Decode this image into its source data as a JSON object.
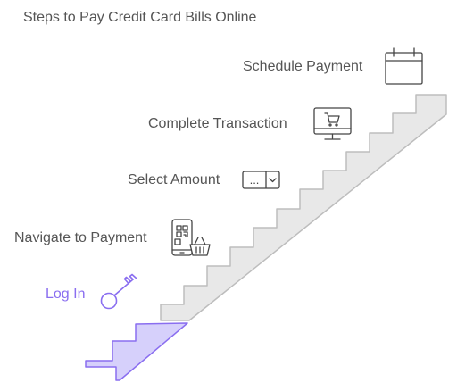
{
  "title": "Steps to Pay Credit Card Bills Online",
  "colors": {
    "text": "#555555",
    "accent": "#8a6ef0",
    "accent_fill": "#d6d0fb",
    "stair_fill": "#e8e8e8",
    "stair_stroke": "#bdbdbd",
    "icon_stroke": "#444444"
  },
  "steps": [
    {
      "label": "Log In",
      "icon": "key-icon",
      "active": true
    },
    {
      "label": "Navigate to Payment",
      "icon": "mobile-shopping-icon",
      "active": false
    },
    {
      "label": "Select Amount",
      "icon": "dropdown-select-icon",
      "active": false
    },
    {
      "label": "Complete Transaction",
      "icon": "monitor-cart-icon",
      "active": false
    },
    {
      "label": "Schedule Payment",
      "icon": "calendar-icon",
      "active": false
    }
  ],
  "dropdown_icon_text": "..."
}
